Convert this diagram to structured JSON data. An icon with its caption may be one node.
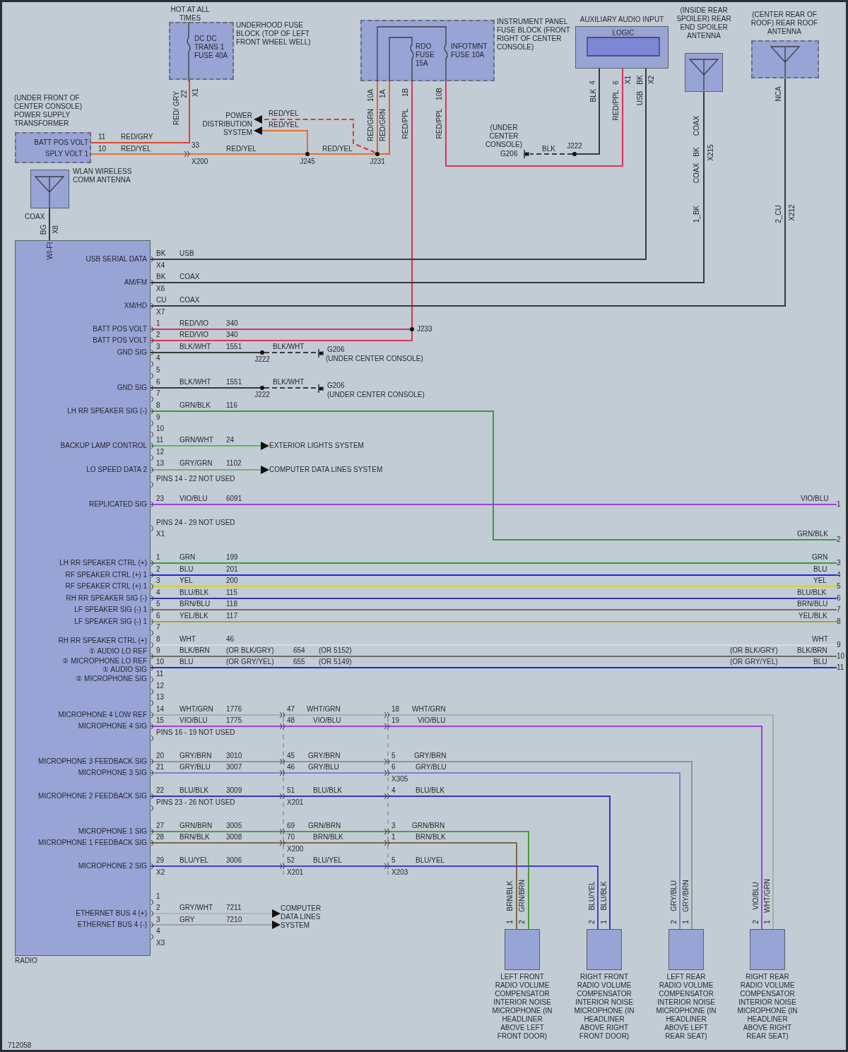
{
  "diagram": {
    "nodes": [
      {
        "text": [
          "UNDERHOOD FUSE BLOCK (TOP OF LEFT FRONT WHEEL WELL)",
          "DC DC TRANS 1 FUSE 40A"
        ],
        "beside": [
          "HOT AT ALL TIMES"
        ]
      },
      {
        "text": [
          "(UNDER FRONT OF CENTER CONSOLE) POWER SUPPLY TRANSFORMER",
          "BATT POS VOLT",
          "SPLY VOLT 1"
        ]
      },
      {
        "text": [
          "POWER DISTRIBUTION SYSTEM"
        ]
      },
      {
        "text": [
          "J245"
        ]
      },
      {
        "text": [
          "J231"
        ]
      },
      {
        "text": [
          "INSTRUMENT PANEL FUSE BLOCK (FRONT RIGHT OF CENTER CONSOLE)",
          "RDO FUSE 15A",
          "INFOTMNT FUSE 10A"
        ]
      },
      {
        "text": [
          "AUXILIARY AUDIO INPUT",
          "LOGIC"
        ]
      },
      {
        "text": [
          "(UNDER CENTER CONSOLE)",
          "G206"
        ]
      },
      {
        "text": [
          "J222"
        ]
      },
      {
        "text": [
          "(INSIDE REAR SPOILER) REAR END SPOILER ANTENNA"
        ]
      },
      {
        "text": [
          "(CENTER REAR OF ROOF) REAR ROOF ANTENNA"
        ]
      },
      {
        "text": [
          "WLAN WIRELESS COMM ANTENNA"
        ]
      },
      {
        "text": [
          "RADIO",
          "WI-FI",
          "USB SERIAL DATA",
          "AM/FM",
          "XM/HD",
          "BATT POS VOLT",
          "BATT POS VOLT",
          "GND SIG",
          "GND SIG",
          "LH RR SPEAKER SIG (-)",
          "BACKUP LAMP CONTROL",
          "LO SPEED DATA 2",
          "REPLICATED SIG",
          "LH RR SPEAKER CTRL (+)",
          "RF SPEAKER CTRL (+) 1",
          "RF SPEAKER CTRL (+) 1",
          "RH RR SPEAKER SIG (-)",
          "LF SPEAKER SIG (-) 1",
          "LF SPEAKER SIG (-) 1",
          "RH RR SPEAKER CTRL (+)",
          "① AUDIO LO REF",
          "② MICROPHONE LO REF",
          "① AUDIO SIG",
          "② MICROPHONE SIG",
          "MICROPHONE 4 LOW REF",
          "MICROPHONE 4 SIG",
          "MICROPHONE 3 FEEDBACK SIG",
          "MICROPHONE 3 SIG",
          "MICROPHONE 2 FEEDBACK SIG",
          "MICROPHONE 1 SIG",
          "MICROPHONE 1 FEEDBACK SIG",
          "MICROPHONE 2 SIG",
          "ETHERNET BUS 4 (+)",
          "ETHERNET BUS 4 (-)"
        ]
      },
      {
        "text": [
          "J233"
        ]
      },
      {
        "text": [
          "J222"
        ]
      },
      {
        "text": [
          "G206",
          "(UNDER CENTER CONSOLE)"
        ]
      },
      {
        "text": [
          "J222"
        ]
      },
      {
        "text": [
          "G206",
          "(UNDER CENTER CONSOLE)"
        ]
      },
      {
        "text": [
          "EXTERIOR LIGHTS SYSTEM"
        ]
      },
      {
        "text": [
          "COMPUTER DATA LINES SYSTEM"
        ]
      },
      {
        "text": [
          "COMPUTER DATA LINES SYSTEM"
        ]
      },
      {
        "text": [
          "LEFT FRONT RADIO VOLUME COMPENSATOR INTERIOR NOISE MICROPHONE (IN HEADLINER ABOVE LEFT FRONT DOOR)"
        ]
      },
      {
        "text": [
          "RIGHT FRONT RADIO VOLUME COMPENSATOR INTERIOR NOISE MICROPHONE (IN HEADLINER ABOVE RIGHT FRONT DOOR)"
        ]
      },
      {
        "text": [
          "LEFT REAR RADIO VOLUME COMPENSATOR INTERIOR NOISE MICROPHONE (IN HEADLINER ABOVE LEFT REAR SEAT)"
        ]
      },
      {
        "text": [
          "RIGHT REAR RADIO VOLUME COMPENSATOR INTERIOR NOISE MICROPHONE (IN HEADLINER ABOVE RIGHT REAR SEAT)"
        ]
      },
      {
        "text": [
          "1"
        ]
      },
      {
        "text": [
          "2"
        ]
      },
      {
        "text": [
          "3"
        ]
      },
      {
        "text": [
          "4"
        ]
      },
      {
        "text": [
          "5"
        ]
      },
      {
        "text": [
          "6"
        ]
      },
      {
        "text": [
          "7"
        ]
      },
      {
        "text": [
          "8"
        ]
      },
      {
        "text": [
          "9"
        ]
      },
      {
        "text": [
          "10"
        ]
      },
      {
        "text": [
          "11"
        ]
      }
    ],
    "edges": [
      {
        "from": 0,
        "to": 1,
        "arrow": "none",
        "color": "#e2452d"
      },
      {
        "from": 1,
        "to": 3,
        "arrow": "none",
        "color": "#e8702c"
      },
      {
        "from": 3,
        "to": 2,
        "label": "RED/YEL",
        "arrow": "to",
        "color": "#e8702c"
      },
      {
        "from": 3,
        "to": 4,
        "label": "RED/YEL",
        "arrow": "none",
        "color": "#e8702c"
      },
      {
        "from": 4,
        "to": 2,
        "label": "RED/YEL",
        "arrow": "to",
        "style": "dashed",
        "color": "#e03a2a"
      },
      {
        "from": 5,
        "to": 4,
        "arrow": "none",
        "color": "#e8602c"
      },
      {
        "from": 5,
        "to": 4,
        "arrow": "none",
        "color": "#e8602c"
      },
      {
        "from": 5,
        "to": 13,
        "arrow": "none",
        "color": "#e0305a"
      },
      {
        "from": 5,
        "to": 6,
        "arrow": "none",
        "color": "#e0305a"
      },
      {
        "from": 6,
        "to": 8,
        "arrow": "none"
      },
      {
        "from": 8,
        "to": 7,
        "label": "BLK",
        "arrow": "none",
        "style": "dashed"
      },
      {
        "from": 6,
        "to": 12,
        "arrow": "none"
      },
      {
        "from": 9,
        "to": 12,
        "arrow": "none"
      },
      {
        "from": 10,
        "to": 12,
        "arrow": "none"
      },
      {
        "from": 11,
        "to": 12,
        "arrow": "none"
      },
      {
        "from": 13,
        "to": 12,
        "arrow": "none",
        "color": "#e0305a"
      },
      {
        "from": 13,
        "to": 12,
        "arrow": "none",
        "color": "#e0305a"
      },
      {
        "from": 12,
        "to": 14,
        "arrow": "none"
      },
      {
        "from": 14,
        "to": 15,
        "arrow": "none",
        "style": "dashed"
      },
      {
        "from": 12,
        "to": 16,
        "arrow": "none"
      },
      {
        "from": 16,
        "to": 17,
        "arrow": "none",
        "style": "dashed"
      },
      {
        "from": 12,
        "to": 26,
        "arrow": "none",
        "color": "#3c9a3c"
      },
      {
        "from": 12,
        "to": 18,
        "arrow": "to",
        "color": "#5cb85c"
      },
      {
        "from": 12,
        "to": 19,
        "arrow": "to",
        "color": "#7fa87f"
      },
      {
        "from": 12,
        "to": 25,
        "arrow": "none",
        "color": "#a040e0"
      },
      {
        "from": 12,
        "to": 27,
        "arrow": "none",
        "color": "#3c9a3c"
      },
      {
        "from": 12,
        "to": 28,
        "arrow": "none",
        "color": "#2424e0"
      },
      {
        "from": 12,
        "to": 29,
        "arrow": "none",
        "color": "#d8d040"
      },
      {
        "from": 12,
        "to": 30,
        "arrow": "none",
        "color": "#3434b8"
      },
      {
        "from": 12,
        "to": 31,
        "arrow": "none",
        "color": "#7a6878"
      },
      {
        "from": 12,
        "to": 32,
        "arrow": "none",
        "color": "#a8a040"
      },
      {
        "from": 12,
        "to": 33,
        "arrow": "none",
        "color": "#dcdcdc"
      },
      {
        "from": 12,
        "to": 34,
        "arrow": "none",
        "color": "#6c6c6c"
      },
      {
        "from": 12,
        "to": 35,
        "arrow": "none",
        "color": "#2424e0"
      },
      {
        "from": 12,
        "to": 24,
        "arrow": "none",
        "color": "#98b898"
      },
      {
        "from": 12,
        "to": 24,
        "arrow": "none",
        "color": "#a040e0"
      },
      {
        "from": 12,
        "to": 23,
        "arrow": "none",
        "color": "#9a9484"
      },
      {
        "from": 12,
        "to": 23,
        "arrow": "none",
        "color": "#7c84d0"
      },
      {
        "from": 12,
        "to": 22,
        "arrow": "none",
        "color": "#3434b8"
      },
      {
        "from": 12,
        "to": 21,
        "arrow": "none",
        "color": "#4aa030"
      },
      {
        "from": 12,
        "to": 21,
        "arrow": "none",
        "color": "#7a6a40"
      },
      {
        "from": 12,
        "to": 22,
        "arrow": "none",
        "color": "#4040d0"
      },
      {
        "from": 12,
        "to": 20,
        "arrow": "to",
        "color": "#b4b4b4"
      },
      {
        "from": 12,
        "to": 20,
        "arrow": "to",
        "color": "#a0a0a0"
      }
    ],
    "labels": [
      "RED/ GRY",
      "22",
      "X1",
      "11",
      "RED/GRY",
      "10",
      "RED/YEL",
      "33",
      "X200",
      "RED/YEL",
      "10A",
      "1A",
      "1B",
      "10B",
      "RED/GRN",
      "RED/GRN",
      "RED/PPL",
      "RED/PPL",
      "4",
      "6",
      "X1",
      "BK",
      "X2",
      "BLK",
      "RED/PPL",
      "USB",
      "COAX",
      "BK",
      "X215",
      "COAX",
      "1_BK",
      "NCA",
      "2_CU",
      "X212",
      "COAX",
      "BG",
      "X8",
      "BK",
      "USB",
      "X4",
      "BK",
      "COAX",
      "X6",
      "CU",
      "COAX",
      "X7",
      "1",
      "RED/VIO",
      "340",
      "2",
      "RED/VIO",
      "340",
      "3",
      "BLK/WHT",
      "1551",
      "BLK/WHT",
      "4",
      "5",
      "6",
      "BLK/WHT",
      "1551",
      "BLK/WHT",
      "7",
      "8",
      "GRN/BLK",
      "116",
      "9",
      "10",
      "11",
      "GRN/WHT",
      "24",
      "12",
      "13",
      "GRY/GRN",
      "1102",
      "PINS 14 - 22 NOT USED",
      "23",
      "VIO/BLU",
      "6091",
      "PINS 24 - 29 NOT USED",
      "X1",
      "VIO/BLU",
      "GRN/BLK",
      "1",
      "GRN",
      "199",
      "2",
      "BLU",
      "201",
      "3",
      "YEL",
      "200",
      "4",
      "BLU/BLK",
      "115",
      "5",
      "BRN/BLU",
      "118",
      "6",
      "YEL/BLK",
      "117",
      "7",
      "8",
      "WHT",
      "46",
      "9",
      "BLK/BRN",
      "(OR BLK/GRY)",
      "654",
      "(OR 5152)",
      "10",
      "BLU",
      "(OR GRY/YEL)",
      "655",
      "(OR 5149)",
      "11",
      "12",
      "13",
      "GRN",
      "BLU",
      "YEL",
      "BLU/BLK",
      "BRN/BLU",
      "YEL/BLK",
      "WHT",
      "(OR BLK/GRY)",
      "BLK/BRN",
      "(OR GRY/YEL)",
      "BLU",
      "14",
      "WHT/GRN",
      "1776",
      "47",
      "WHT/GRN",
      "18",
      "WHT/GRN",
      "15",
      "VIO/BLU",
      "1775",
      "48",
      "VIO/BLU",
      "19",
      "VIO/BLU",
      "PINS 16 - 19 NOT USED",
      "20",
      "GRY/BRN",
      "3010",
      "45",
      "GRY/BRN",
      "5",
      "GRY/BRN",
      "21",
      "GRY/BLU",
      "3007",
      "46",
      "GRY/BLU",
      "6",
      "GRY/BLU",
      "X305",
      "22",
      "BLU/BLK",
      "3009",
      "51",
      "BLU/BLK",
      "4",
      "BLU/BLK",
      "PINS 23 - 26 NOT USED",
      "X201",
      "27",
      "GRN/BRN",
      "3005",
      "69",
      "GRN/BRN",
      "3",
      "GRN/BRN",
      "28",
      "BRN/BLK",
      "3008",
      "70",
      "BRN/BLK",
      "1",
      "BRN/BLK",
      "X200",
      "29",
      "BLU/YEL",
      "3006",
      "52",
      "BLU/YEL",
      "5",
      "BLU/YEL",
      "X2",
      "X201",
      "X203",
      "1",
      "2",
      "GRY/WHT",
      "7211",
      "3",
      "GRY",
      "7210",
      "4",
      "X3",
      "BRN/BLK",
      "GRN/BRN",
      "1",
      "2",
      "BLU/YEL",
      "BLU/BLK",
      "2",
      "1",
      "GRY/BLU",
      "GRY/BRN",
      "2",
      "1",
      "VIO/BLU",
      "WHT/GRN",
      "2",
      "1",
      "712058"
    ]
  }
}
